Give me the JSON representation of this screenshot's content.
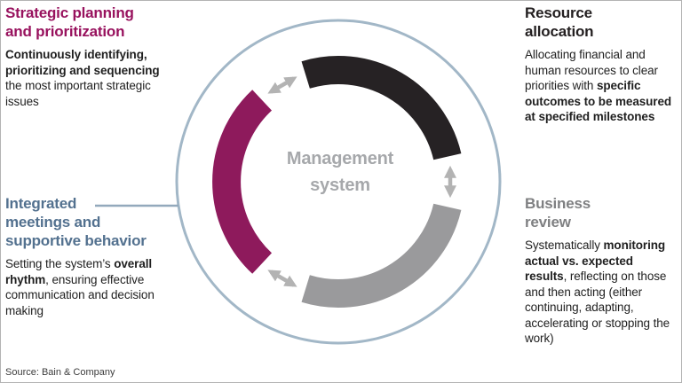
{
  "center": {
    "label_line1": "Management",
    "label_line2": "system"
  },
  "blocks": {
    "strategic": {
      "title_lines": [
        "Strategic planning",
        "and prioritization"
      ],
      "body_bold": "Continuously identifying, prioritizing and sequencing",
      "body_rest": " the most important strategic issues"
    },
    "resource": {
      "title_lines": [
        "Resource",
        "allocation"
      ],
      "body_start": "Allocating financial and human resources to clear priorities with ",
      "body_bold": "specific outcomes to be measured at specified milestones"
    },
    "meetings": {
      "title_lines": [
        "Integrated",
        "meetings and",
        "supportive behavior"
      ],
      "body_start": "Setting the system’s ",
      "body_bold": "overall rhythm",
      "body_rest": ", ensuring effective communication and decision making"
    },
    "review": {
      "title_lines": [
        "Business",
        "review"
      ],
      "body_start": "Systematically ",
      "body_bold": "monitoring actual vs. expected results",
      "body_rest": ", reflecting on those and then acting (either continuing, adapting, accelerating or stopping the work)"
    }
  },
  "icons": {
    "exchange_arrow": "double-headed-arrow"
  },
  "colors": {
    "arc_strategic": "#8e1a5c",
    "arc_resource": "#262224",
    "arc_review": "#9a9a9c",
    "outer_ring": "#a2b7c7",
    "connector": "#93a9bc",
    "arrow": "#b3b3b3",
    "center_text": "#a6a8ab",
    "heading_strategic": "#98125e",
    "heading_resource": "#242021",
    "heading_meetings": "#53718f",
    "heading_review": "#7f8082"
  },
  "source": "Source: Bain & Company"
}
